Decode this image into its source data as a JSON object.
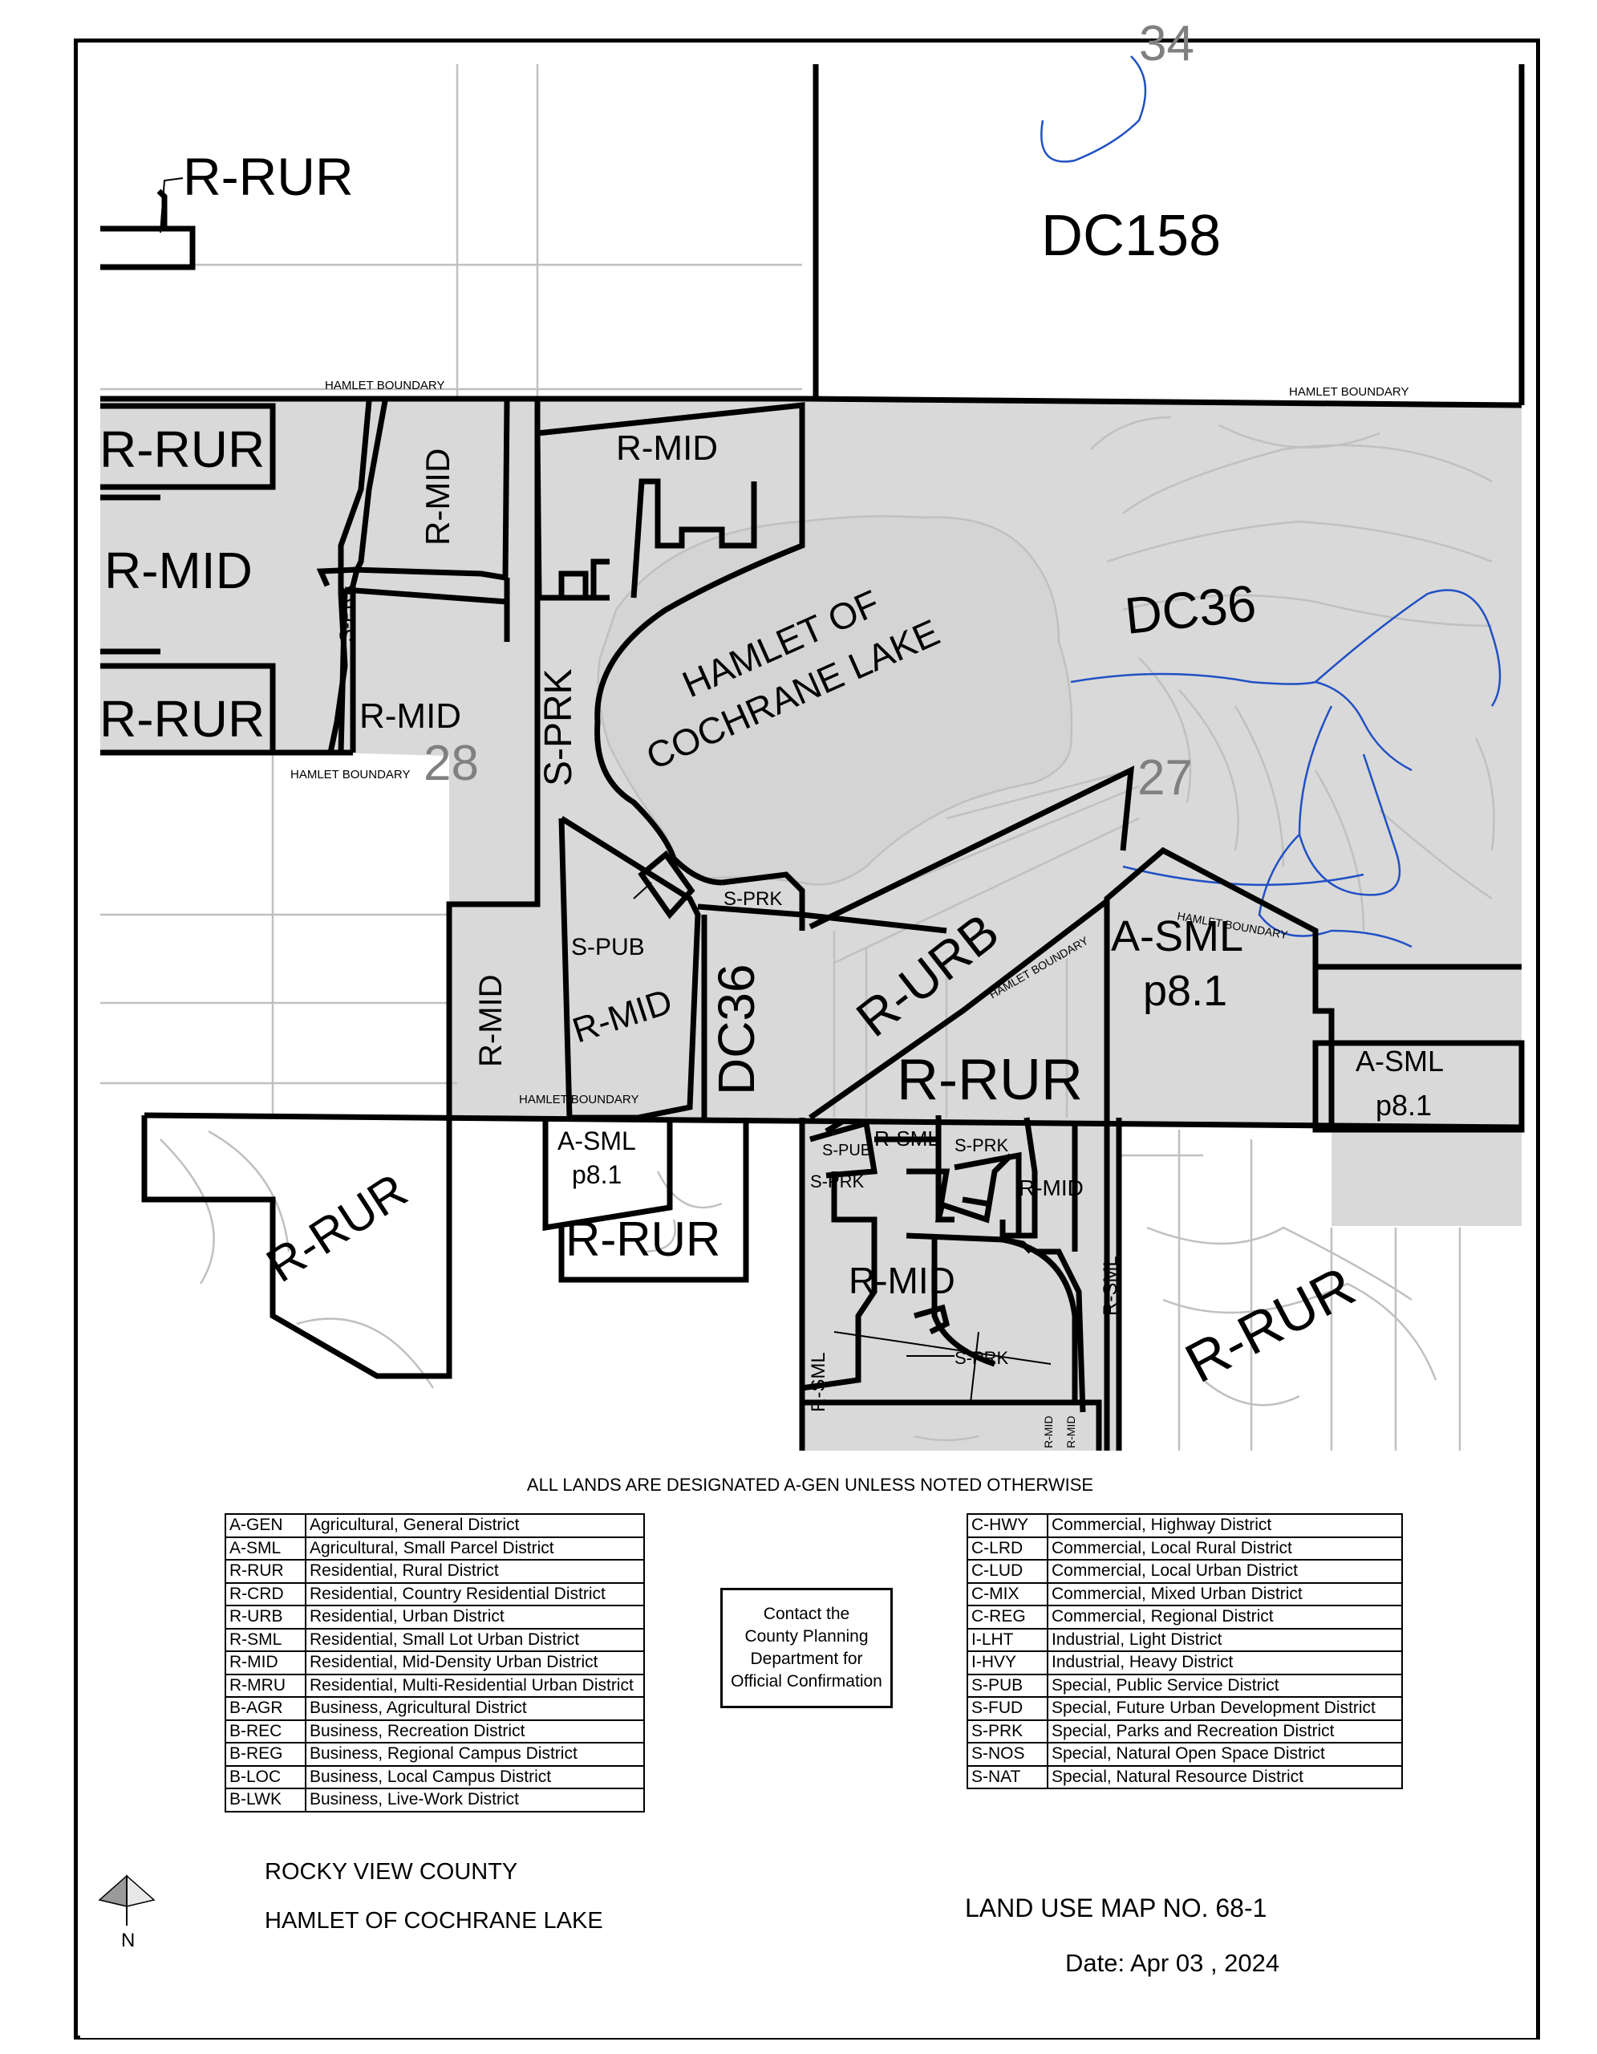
{
  "note": "ALL LANDS ARE DESIGNATED A-GEN UNLESS NOTED OTHERWISE",
  "legend_left": [
    {
      "code": "A-GEN",
      "name": "Agricultural, General District"
    },
    {
      "code": "A-SML",
      "name": "Agricultural, Small Parcel District"
    },
    {
      "code": "R-RUR",
      "name": "Residential, Rural District"
    },
    {
      "code": "R-CRD",
      "name": "Residential, Country Residential District"
    },
    {
      "code": "R-URB",
      "name": "Residential, Urban District"
    },
    {
      "code": "R-SML",
      "name": "Residential, Small Lot Urban District"
    },
    {
      "code": "R-MID",
      "name": "Residential, Mid-Density Urban District"
    },
    {
      "code": "R-MRU",
      "name": "Residential, Multi-Residential Urban District"
    },
    {
      "code": "B-AGR",
      "name": "Business, Agricultural District"
    },
    {
      "code": "B-REC",
      "name": "Business, Recreation District"
    },
    {
      "code": "B-REG",
      "name": "Business, Regional Campus District"
    },
    {
      "code": "B-LOC",
      "name": "Business, Local Campus District"
    },
    {
      "code": "B-LWK",
      "name": "Business, Live-Work District"
    }
  ],
  "legend_right": [
    {
      "code": "C-HWY",
      "name": "Commercial, Highway District"
    },
    {
      "code": "C-LRD",
      "name": "Commercial, Local Rural District"
    },
    {
      "code": "C-LUD",
      "name": "Commercial, Local Urban District"
    },
    {
      "code": "C-MIX",
      "name": "Commercial, Mixed Urban District"
    },
    {
      "code": "C-REG",
      "name": "Commercial, Regional District"
    },
    {
      "code": "I-LHT",
      "name": "Industrial, Light District"
    },
    {
      "code": "I-HVY",
      "name": "Industrial, Heavy District"
    },
    {
      "code": "S-PUB",
      "name": "Special, Public Service District"
    },
    {
      "code": "S-FUD",
      "name": "Special, Future Urban Development District"
    },
    {
      "code": "S-PRK",
      "name": "Special, Parks and Recreation District"
    },
    {
      "code": "S-NOS",
      "name": "Special, Natural Open Space District"
    },
    {
      "code": "S-NAT",
      "name": "Special, Natural Resource District"
    }
  ],
  "contact": [
    "Contact the",
    "County Planning",
    "Department for",
    "Official Confirmation"
  ],
  "footer": {
    "county": "ROCKY VIEW COUNTY",
    "hamlet": "HAMLET OF COCHRANE LAKE",
    "map_no": "LAND USE MAP NO.  68-1",
    "date": "Date: Apr 03 , 2024",
    "north": "N"
  },
  "map_labels": {
    "r_rur_nw": "R-RUR",
    "dc158": "DC158",
    "hamlet_boundary": "HAMLET BOUNDARY",
    "r_rur": "R-RUR",
    "r_mid": "R-MID",
    "s_prk": "S-PRK",
    "s_pub": "S-PUB",
    "dc36": "DC36",
    "r_urb": "R-URB",
    "a_sml": "A-SML",
    "p81": "p8.1",
    "r_sml": "R-SML",
    "s_pub_short": "S-PUB",
    "r_mid_short": "R-MID",
    "lake_line1": "HAMLET OF",
    "lake_line2": "COCHRANE LAKE",
    "sec28": "28",
    "sec27": "27",
    "sec34": "34"
  },
  "colors": {
    "zone_fill": "#d9d9d9",
    "boundary": "#000000",
    "road": "#c0c0c0",
    "water": "#2150c4",
    "lake_fill": "#d4d4d4",
    "section_number": "#808080"
  }
}
